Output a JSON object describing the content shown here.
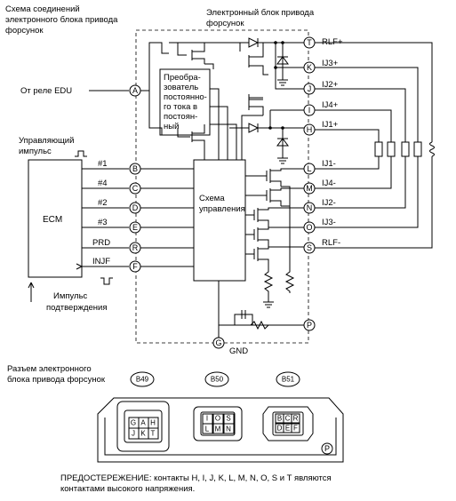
{
  "titles": {
    "diagram_title_line1": "Схема соединений",
    "diagram_title_line2": "электронного блока привода",
    "diagram_title_line3": "форсунок",
    "unit_title_line1": "Электронный блок привода",
    "unit_title_line2": "форсунок"
  },
  "left_labels": {
    "edu_relay": "От реле EDU",
    "control_pulse_line1": "Управляющий",
    "control_pulse_line2": "импульс",
    "ecm": "ECM",
    "confirm_pulse_line1": "Импульс",
    "confirm_pulse_line2": "подтверждения"
  },
  "converter_lines": [
    "Преобра-",
    "зователь",
    "постоянно-",
    "го тока в",
    "постоян-",
    "ный"
  ],
  "control_lines": [
    "Схема",
    "управления"
  ],
  "left_pins": [
    {
      "letter": "A",
      "signal": ""
    },
    {
      "letter": "B",
      "signal": "#1"
    },
    {
      "letter": "C",
      "signal": "#4"
    },
    {
      "letter": "D",
      "signal": "#2"
    },
    {
      "letter": "E",
      "signal": "#3"
    },
    {
      "letter": "R",
      "signal": "PRD"
    },
    {
      "letter": "F",
      "signal": "INJF"
    }
  ],
  "right_pins": [
    {
      "letter": "T",
      "signal": "RLF+"
    },
    {
      "letter": "K",
      "signal": "IJ3+"
    },
    {
      "letter": "J",
      "signal": "IJ2+"
    },
    {
      "letter": "I",
      "signal": "IJ4+"
    },
    {
      "letter": "H",
      "signal": "IJ1+"
    },
    {
      "letter": "L",
      "signal": "IJ1-"
    },
    {
      "letter": "M",
      "signal": "IJ4-"
    },
    {
      "letter": "N",
      "signal": "IJ2-"
    },
    {
      "letter": "O",
      "signal": "IJ3-"
    },
    {
      "letter": "S",
      "signal": "RLF-"
    },
    {
      "letter": "P",
      "signal": ""
    }
  ],
  "ground": {
    "letter": "G",
    "label": "GND"
  },
  "connector_section": {
    "title_line1": "Разъем электронного",
    "title_line2": "блока привода форсунок",
    "tags": [
      "B49",
      "B50",
      "B51"
    ],
    "b49_cells": [
      "G",
      "A",
      "H",
      "J",
      "K",
      "T"
    ],
    "b50_cells": [
      "I",
      "O",
      "S",
      "L",
      "M",
      "N"
    ],
    "b51_cells": [
      "B",
      "C",
      "R",
      "D",
      "E",
      "F"
    ],
    "p_label": "P"
  },
  "caution_line1": "ПРЕДОСТЕРЕЖЕНИЕ: контакты H, I, J, K, L, M, N, O, S и T являются",
  "caution_line2": "контактами высокого напряжения."
}
